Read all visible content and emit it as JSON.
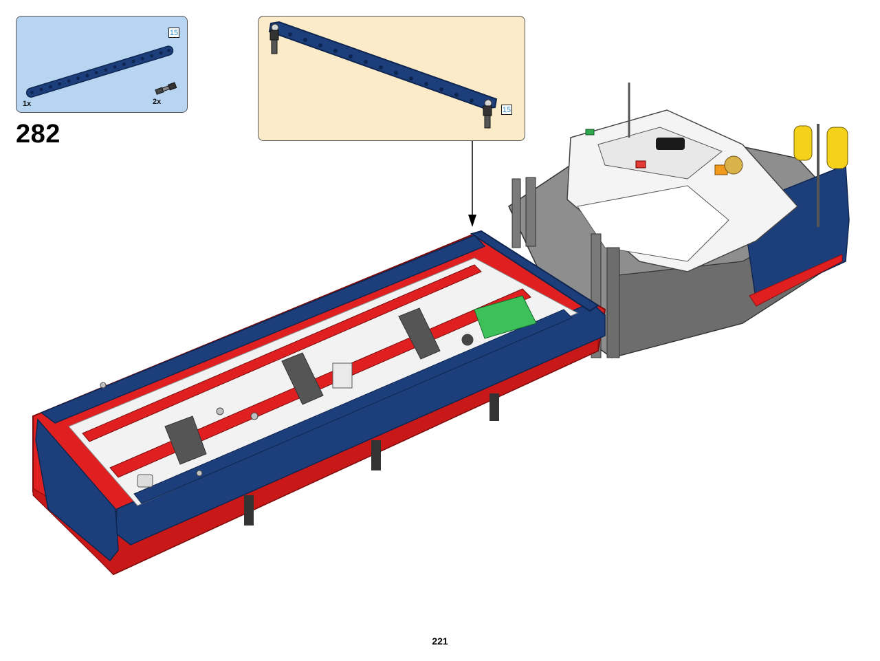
{
  "parts_list": {
    "items": [
      {
        "icon": "technic-beam-15-icon",
        "length_badge": "15",
        "quantity": "1x",
        "color": "#1c3f7c"
      },
      {
        "icon": "axle-pin-icon",
        "quantity": "2x",
        "color": "#333333"
      }
    ],
    "background": "#b7d5f1"
  },
  "step": {
    "number": "282"
  },
  "subassembly": {
    "length_badge": "15",
    "background": "#fcebc9",
    "part_icon": "technic-beam-15-with-pins-icon"
  },
  "model": {
    "icon": "ship-hull-model-icon",
    "hull_color": "#e02020",
    "trim_color": "#1c3f7c",
    "cabin_color": "#f4f4f4",
    "frame_color": "#6d6d6d"
  },
  "page": {
    "number": "221"
  }
}
